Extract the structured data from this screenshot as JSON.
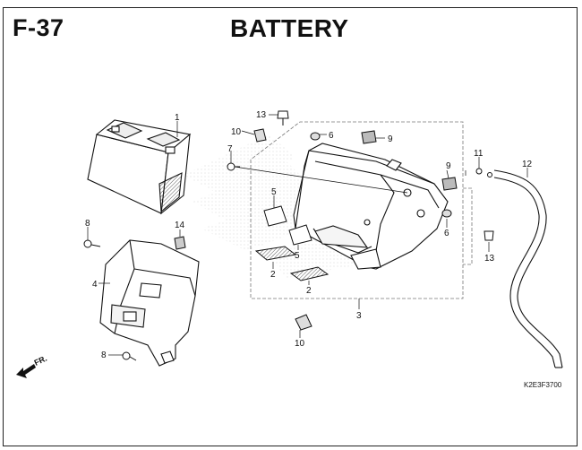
{
  "header": {
    "page_id": "F-37",
    "title": "BATTERY"
  },
  "callouts": {
    "c1": "1",
    "c2a": "2",
    "c2b": "2",
    "c3": "3",
    "c4": "4",
    "c5a": "5",
    "c5b": "5",
    "c6a": "6",
    "c6b": "6",
    "c7": "7",
    "c8a": "8",
    "c8b": "8",
    "c9a": "9",
    "c9b": "9",
    "c10a": "10",
    "c10b": "10",
    "c11": "11",
    "c12": "12",
    "c13a": "13",
    "c13b": "13",
    "c14": "14"
  },
  "front_indicator": "FR.",
  "diagram_code": "K2E3F3700"
}
